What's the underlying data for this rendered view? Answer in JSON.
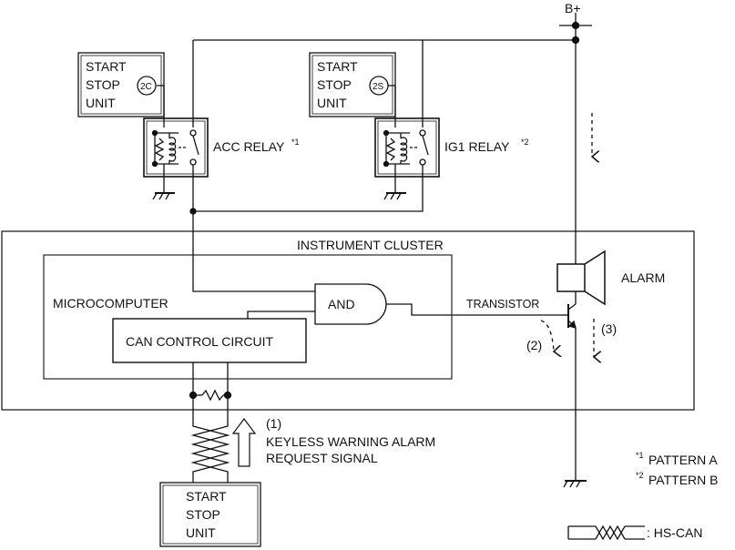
{
  "power": {
    "label": "B+"
  },
  "ssu_acc": {
    "line1": "START",
    "line2": "STOP",
    "line3": "UNIT",
    "connector": "2C"
  },
  "ssu_ig1": {
    "line1": "START",
    "line2": "STOP",
    "line3": "UNIT",
    "connector": "2S"
  },
  "acc_relay": {
    "label": "ACC RELAY",
    "mark": "*1"
  },
  "ig1_relay": {
    "label": "IG1 RELAY",
    "mark": "*2"
  },
  "cluster": {
    "title": "INSTRUMENT CLUSTER"
  },
  "micro": {
    "label": "MICROCOMPUTER"
  },
  "and_gate": {
    "label": "AND"
  },
  "can_circuit": {
    "label": "CAN CONTROL CIRCUIT"
  },
  "transistor": {
    "label": "TRANSISTOR"
  },
  "alarm": {
    "label": "ALARM"
  },
  "flows": {
    "step1": "(1)",
    "step2": "(2)",
    "step3": "(3)"
  },
  "signal": {
    "line1": "KEYLESS WARNING ALARM",
    "line2": "REQUEST SIGNAL"
  },
  "ssu_bottom": {
    "line1": "START",
    "line2": "STOP",
    "line3": "UNIT"
  },
  "legend": {
    "mark_a": "*1",
    "pattern_a": "PATTERN A",
    "mark_b": "*2",
    "pattern_b": "PATTERN B",
    "hs_can": ": HS-CAN"
  }
}
